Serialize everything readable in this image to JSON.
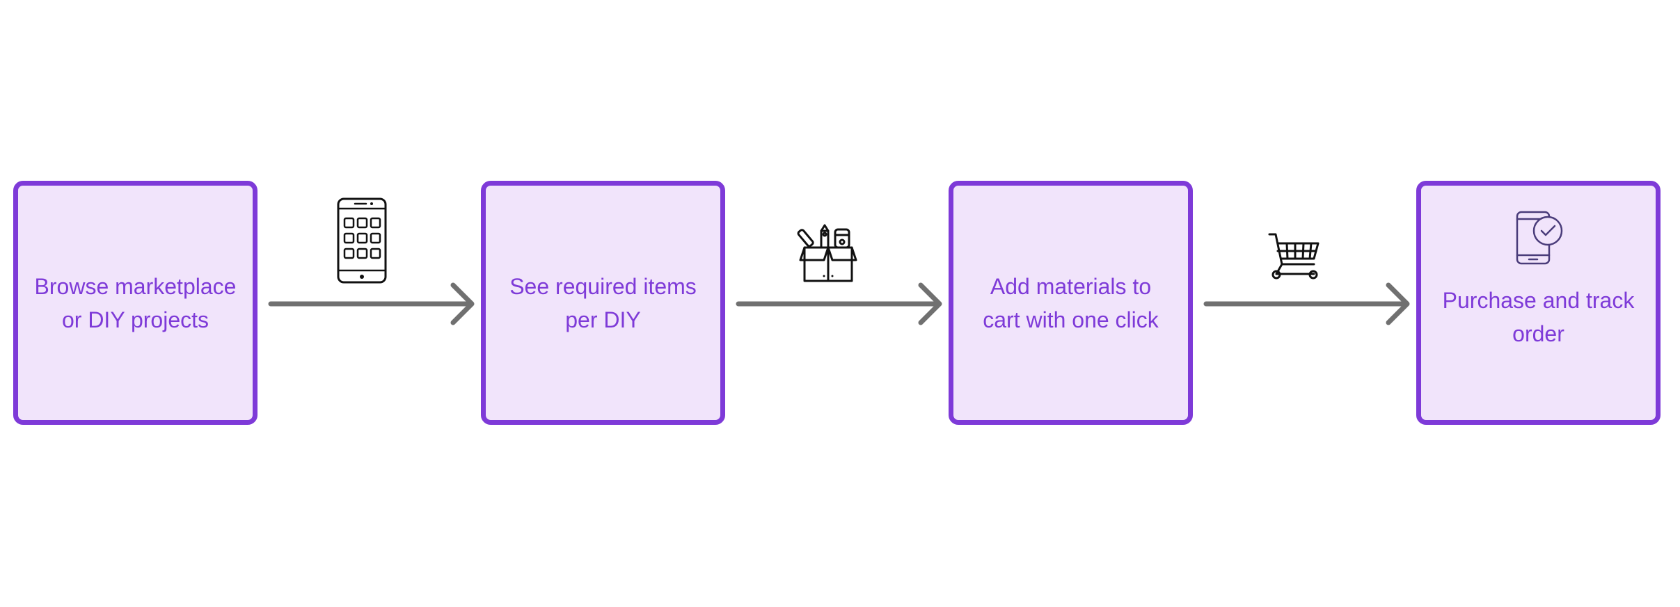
{
  "steps": [
    {
      "label": "Browse marketplace or DIY projects"
    },
    {
      "label": "See required items per DIY"
    },
    {
      "label": "Add materials to cart with one click"
    },
    {
      "label": "Purchase and track order"
    }
  ],
  "icons": [
    "smartphone-apps-icon",
    "tools-box-icon",
    "shopping-cart-icon",
    "phone-checkmark-icon"
  ],
  "colors": {
    "box_border": "#7E3AD8",
    "box_fill": "#F1E4FB",
    "text": "#7E3AD8",
    "arrow": "#707070",
    "icon": "#111111"
  }
}
